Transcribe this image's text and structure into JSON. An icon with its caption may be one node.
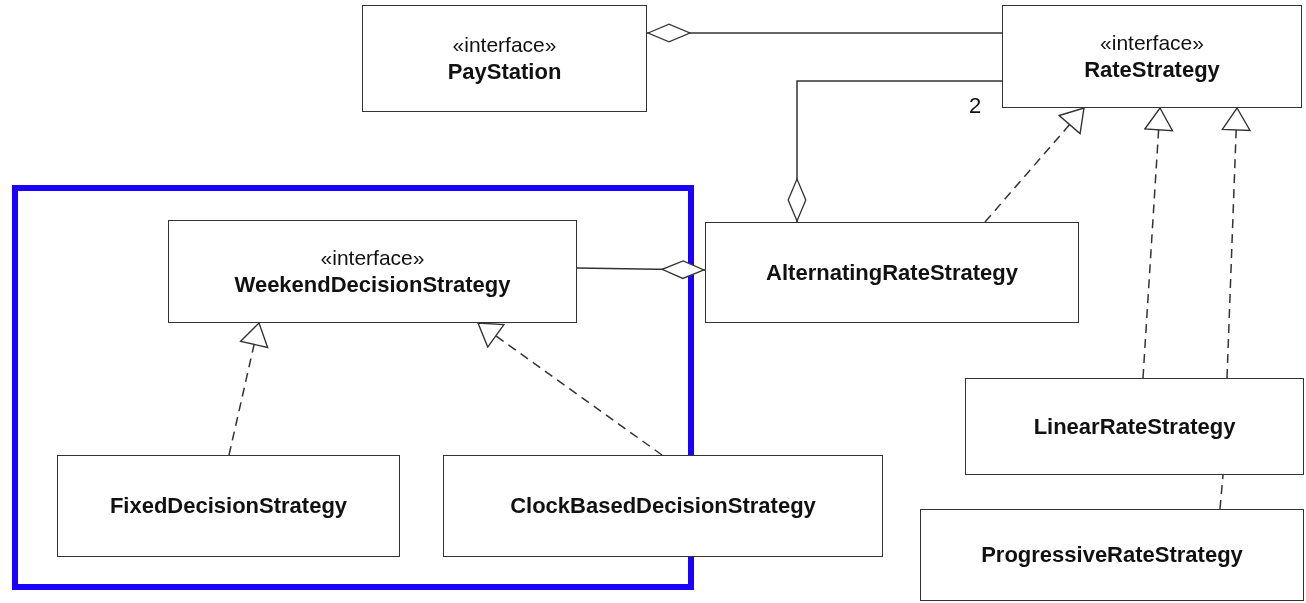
{
  "diagram": {
    "nodes": [
      {
        "text": [
          "«interface»",
          "PayStation"
        ]
      },
      {
        "text": [
          "«interface»",
          "RateStrategy"
        ]
      },
      {
        "text": [
          "«interface»",
          "WeekendDecisionStrategy"
        ]
      },
      {
        "text": [
          "AlternatingRateStrategy"
        ]
      },
      {
        "text": [
          "FixedDecisionStrategy"
        ]
      },
      {
        "text": [
          "ClockBasedDecisionStrategy"
        ]
      },
      {
        "text": [
          "LinearRateStrategy"
        ]
      },
      {
        "text": [
          "ProgressiveRateStrategy"
        ]
      }
    ],
    "edges": [
      {
        "from": 0,
        "to": 1,
        "arrow": "other"
      },
      {
        "from": 3,
        "to": 1,
        "arrow": "other",
        "label": "2"
      },
      {
        "from": 3,
        "to": 2,
        "arrow": "other"
      },
      {
        "from": 3,
        "to": 1,
        "arrow": "to",
        "style": "dashed"
      },
      {
        "from": 6,
        "to": 1,
        "arrow": "to",
        "style": "dashed"
      },
      {
        "from": 6,
        "to": 1,
        "arrow": "to",
        "style": "dashed"
      },
      {
        "from": 7,
        "to": 6,
        "arrow": "none",
        "style": "dashed"
      },
      {
        "from": 4,
        "to": 2,
        "arrow": "to",
        "style": "dashed"
      },
      {
        "from": 5,
        "to": 2,
        "arrow": "to",
        "style": "dashed"
      }
    ]
  }
}
